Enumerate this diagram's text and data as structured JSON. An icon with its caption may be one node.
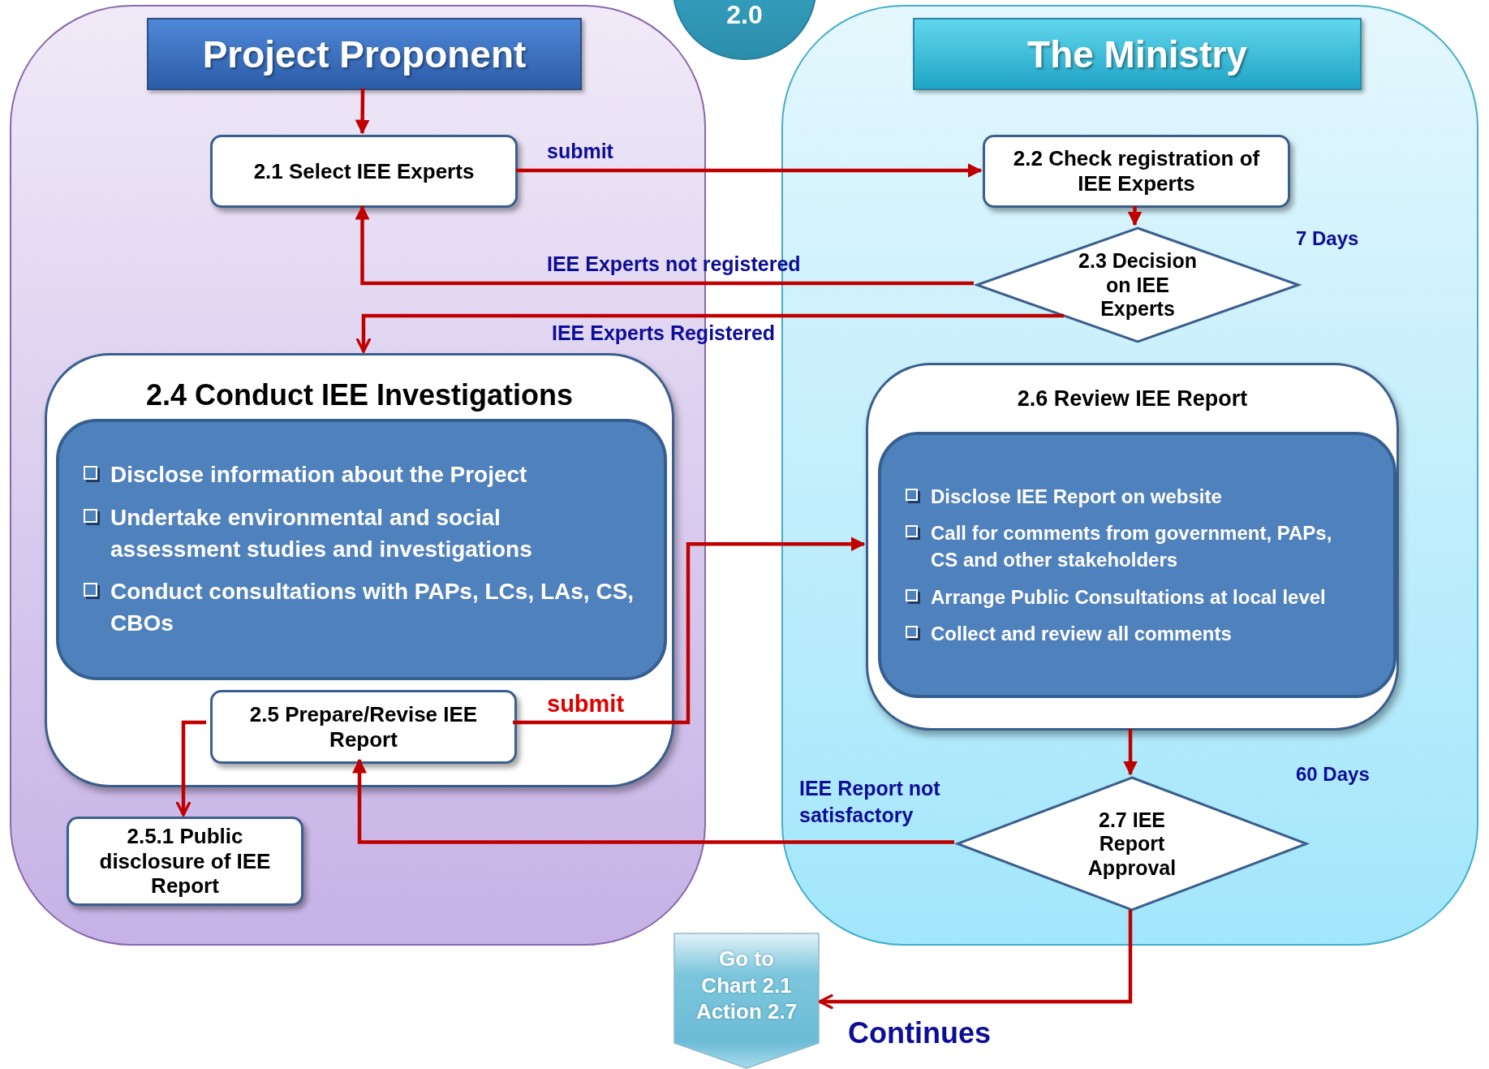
{
  "diagram": {
    "nodes": [
      {
        "text": [
          "2.0"
        ]
      },
      {
        "text": [],
        "shape": "box"
      },
      {
        "text": [
          "Project Proponent"
        ],
        "in": 1
      },
      {
        "text": [
          "2.1 Select IEE Experts"
        ],
        "in": 1
      },
      {
        "text": [
          "2.4 Conduct IEE Investigations"
        ],
        "in": 1
      },
      {
        "text": [
          "Disclose information about the Project",
          "Undertake environmental and social assessment studies and investigations",
          "Conduct consultations with PAPs, LCs, LAs, CS, CBOs"
        ],
        "in": 4
      },
      {
        "text": [
          "2.5 Prepare/Revise IEE Report"
        ],
        "in": 4
      },
      {
        "text": [
          "2.5.1 Public disclosure of IEE Report"
        ],
        "in": 1
      },
      {
        "text": [],
        "shape": "box"
      },
      {
        "text": [
          "The Ministry"
        ],
        "in": 8
      },
      {
        "text": [
          "2.2 Check registration of IEE Experts"
        ],
        "in": 8
      },
      {
        "text": [
          "2.3 Decision on IEE Experts"
        ],
        "in": 8,
        "beside": [
          "7 Days"
        ]
      },
      {
        "text": [
          "2.6 Review IEE Report"
        ],
        "in": 8
      },
      {
        "text": [
          "Disclose IEE Report on website",
          "Call for comments from government, PAPs, CS and other stakeholders",
          "Arrange Public Consultations at local level",
          "Collect and review all comments"
        ],
        "in": 12
      },
      {
        "text": [
          "2.7 IEE Report Approval"
        ],
        "in": 8,
        "beside": [
          "60 Days"
        ]
      },
      {
        "text": [
          "Go to Chart 2.1 Action 2.7"
        ]
      }
    ],
    "edges": [
      {
        "from": 2,
        "to": 3,
        "arrow": "to"
      },
      {
        "from": 3,
        "to": 10,
        "arrow": "to",
        "label": "submit"
      },
      {
        "from": 10,
        "to": 11,
        "arrow": "to"
      },
      {
        "from": 11,
        "to": 3,
        "arrow": "to",
        "label": "IEE Experts not registered"
      },
      {
        "from": 11,
        "to": 4,
        "arrow": "to",
        "label": "IEE Experts Registered"
      },
      {
        "from": 6,
        "to": 12,
        "arrow": "to",
        "label": "submit"
      },
      {
        "from": 6,
        "to": 7,
        "arrow": "to"
      },
      {
        "from": 12,
        "to": 14,
        "arrow": "to"
      },
      {
        "from": 14,
        "to": 6,
        "arrow": "to",
        "label": "IEE Report not satisfactory"
      },
      {
        "from": 14,
        "to": 15,
        "arrow": "to",
        "label": "Continues"
      }
    ]
  }
}
